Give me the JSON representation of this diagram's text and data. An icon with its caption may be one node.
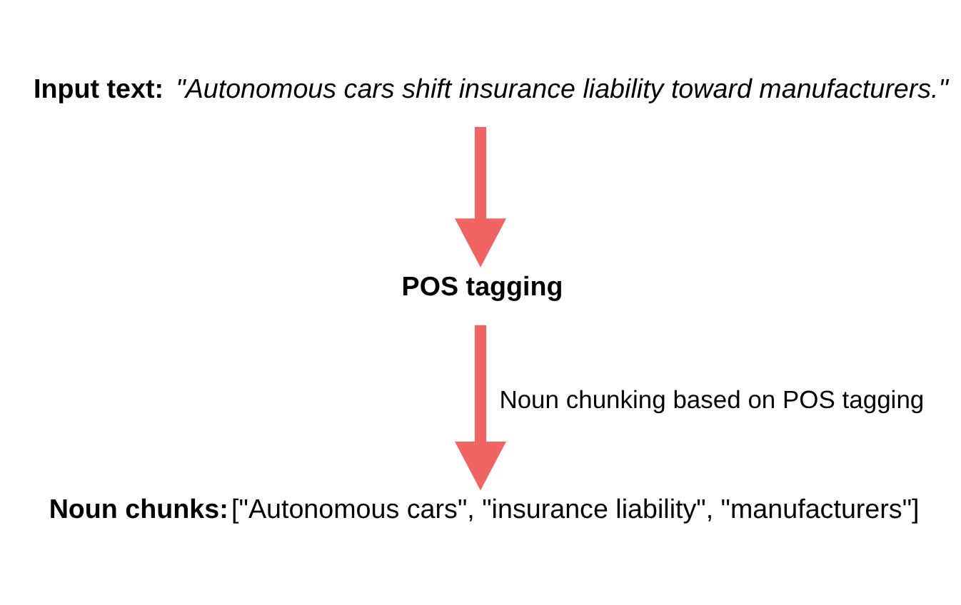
{
  "diagram": {
    "nodes": [
      {
        "text": [
          "Input text:",
          "\"Autonomous cars shift insurance liability toward manufacturers.\""
        ]
      },
      {
        "text": [
          "POS tagging"
        ]
      },
      {
        "text": [
          "Noun chunks:",
          "[\"Autonomous cars\", \"insurance liability\", \"manufacturers\"]"
        ]
      }
    ],
    "edges": [
      {
        "from": 0,
        "to": 1,
        "arrow": "to"
      },
      {
        "from": 1,
        "to": 2,
        "arrow": "to",
        "label": "Noun chunking based on POS tagging"
      }
    ]
  }
}
